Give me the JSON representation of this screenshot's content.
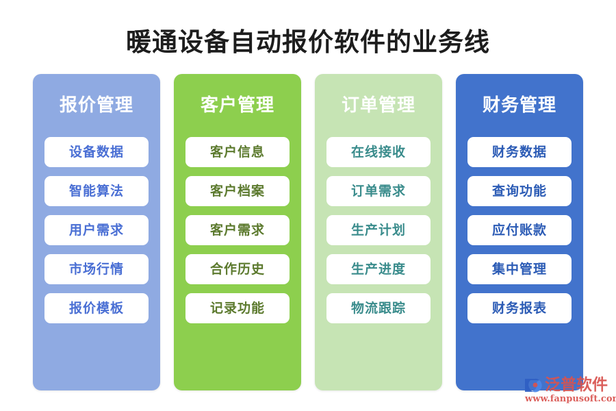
{
  "page": {
    "title": "暖通设备自动报价软件的业务线",
    "background": "#ffffff"
  },
  "columns": [
    {
      "header": "报价管理",
      "bg_color": "#8FAAE2",
      "header_text_color": "#ffffff",
      "pill_text_color": "#4A6FD4",
      "items": [
        "设备数据",
        "智能算法",
        "用户需求",
        "市场行情",
        "报价模板"
      ]
    },
    {
      "header": "客户管理",
      "bg_color": "#8DCF4E",
      "header_text_color": "#ffffff",
      "pill_text_color": "#5C7A2E",
      "items": [
        "客户信息",
        "客户档案",
        "客户需求",
        "合作历史",
        "记录功能"
      ]
    },
    {
      "header": "订单管理",
      "bg_color": "#C6E4B4",
      "header_text_color": "#ffffff",
      "pill_text_color": "#3A8C8C",
      "items": [
        "在线接收",
        "订单需求",
        "生产计划",
        "生产进度",
        "物流跟踪"
      ]
    },
    {
      "header": "财务管理",
      "bg_color": "#4273CC",
      "header_text_color": "#ffffff",
      "pill_text_color": "#2B5BB5",
      "items": [
        "财务数据",
        "查询功能",
        "应付账款",
        "集中管理",
        "财务报表"
      ]
    }
  ],
  "watermark": {
    "brand": "泛普软件",
    "url": "www.fanpusoft.com",
    "color": "#d9534f",
    "logo_color": "#2f5fc4"
  }
}
